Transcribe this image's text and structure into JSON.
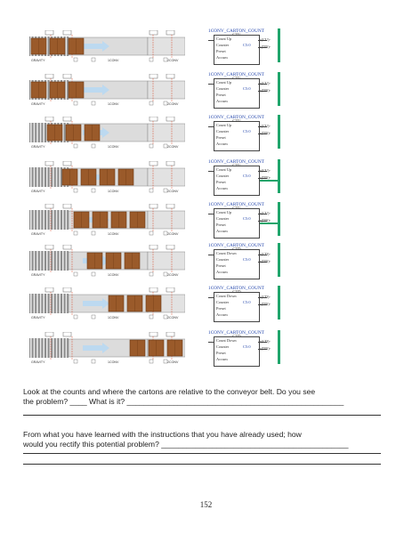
{
  "frames": [
    {
      "instr": "CTU",
      "count_label": "Count Up",
      "counter": "C5:0",
      "out1": "CU",
      "out2": "DN",
      "rail_on": false
    },
    {
      "instr": "CTU",
      "count_label": "Count Up",
      "counter": "C5:0",
      "out1": "CU",
      "out2": "DN",
      "rail_on": false
    },
    {
      "instr": "CTU",
      "count_label": "Count Up",
      "counter": "C5:0",
      "out1": "CU",
      "out2": "DN",
      "rail_on": false
    },
    {
      "instr": "CTU",
      "count_label": "Count Up",
      "counter": "C5:0",
      "out1": "CU",
      "out2": "DN",
      "rail_on": true
    },
    {
      "instr": "CTU",
      "count_label": "Count Up",
      "counter": "C5:0",
      "out1": "CU",
      "out2": "DN",
      "rail_on": true
    },
    {
      "instr": "CTD",
      "count_label": "Count Down",
      "counter": "C5:0",
      "out1": "CD",
      "out2": "DN",
      "rail_on": false
    },
    {
      "instr": "CTD",
      "count_label": "Count Down",
      "counter": "C5:0",
      "out1": "CD",
      "out2": "DN",
      "rail_on": false
    },
    {
      "instr": "CTD",
      "count_label": "Count Down",
      "counter": "C5:0",
      "out1": "CD",
      "out2": "DN",
      "rail_on": false
    }
  ],
  "ladder_common": {
    "title": "1CONV_CARTON_COUNT",
    "counter_label": "Counter",
    "preset_label": "Preset",
    "accum_label": "Accum"
  },
  "conveyor_labels": {
    "gravity": "GRAVITY",
    "conv1": "1CONV",
    "conv2": "2CONV"
  },
  "cartons_per_frame": [
    3,
    3,
    3,
    4,
    4,
    3,
    3,
    3
  ],
  "questions": {
    "q1_line1": "Look at the counts and where the cartons are relative to the conveyor belt. Do you see",
    "q1_line2": "the problem? ____ What is it? ___________________________________________________",
    "q2_line1": "From what you have learned with the instructions that you have already used; how",
    "q2_line2": "would you rectify this potential problem? ____________________________________________"
  },
  "page_number": "152"
}
